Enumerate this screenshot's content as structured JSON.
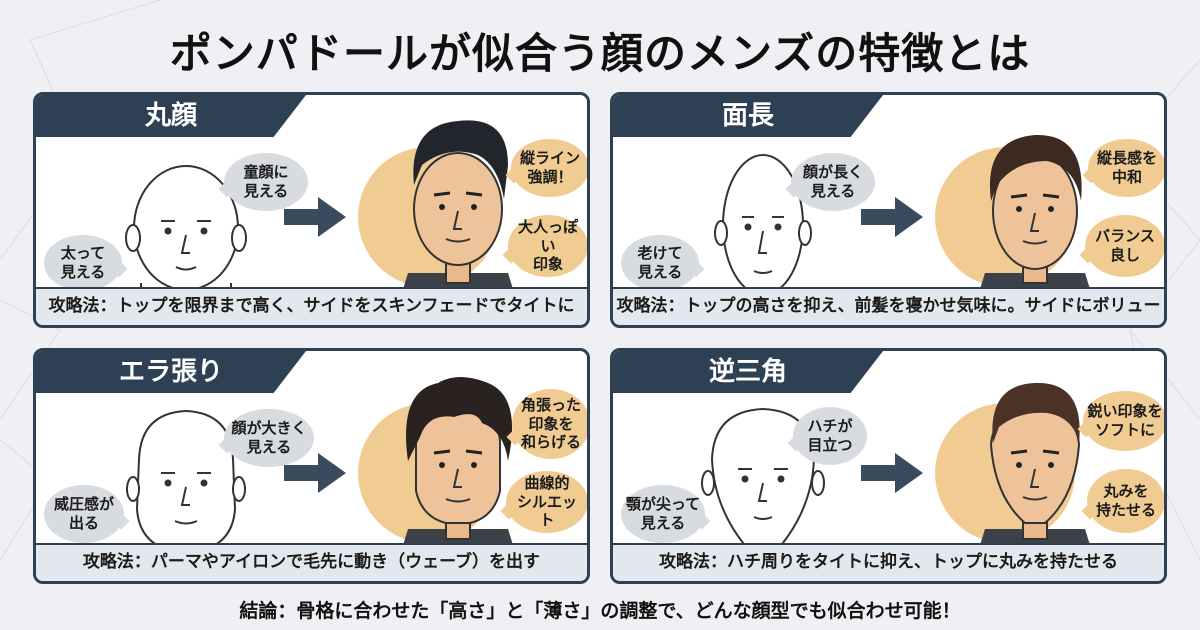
{
  "title": "ポンパドールが似合う顔のメンズの特徴とは",
  "conclusion": "結論：骨格に合わせた「高さ」と「薄さ」の調整で、どんな顔型でも似合わせ可能！",
  "colors": {
    "header": "#2d4054",
    "accent": "#f0cc93",
    "bubble": "#d8dbe0",
    "arrow": "#3a4b5e"
  },
  "cards": [
    {
      "name": "丸顔",
      "before_top": "童顔に\n見える",
      "before_bottom": "太って\n見える",
      "after_top": "縦ライン\n強調！",
      "after_bottom": "大人っぽい\n印象",
      "strategy": "攻略法：トップを限界まで高く、サイドをスキンフェードでタイトに",
      "hair_color": "#22262c"
    },
    {
      "name": "面長",
      "before_top": "顔が長く\n見える",
      "before_bottom": "老けて\n見える",
      "after_top": "縦長感を\n中和",
      "after_bottom": "バランス\n良し",
      "strategy": "攻略法：トップの高さを抑え、前髪を寝かせ気味に。サイドにボリューム",
      "hair_color": "#3d2a20"
    },
    {
      "name": "エラ張り",
      "before_top": "顔が大きく\n見える",
      "before_bottom": "威圧感が\n出る",
      "after_top": "角張った\n印象を\n和らげる",
      "after_bottom": "曲線的\nシルエット",
      "strategy": "攻略法：パーマやアイロンで毛先に動き（ウェーブ）を出す",
      "hair_color": "#2a2220"
    },
    {
      "name": "逆三角",
      "before_top": "ハチが\n目立つ",
      "before_bottom": "顎が尖って\n見える",
      "after_top": "鋭い印象を\nソフトに",
      "after_bottom": "丸みを\n持たせる",
      "strategy": "攻略法：ハチ周りをタイトに抑え、トップに丸みを持たせる",
      "hair_color": "#4a3326"
    }
  ]
}
